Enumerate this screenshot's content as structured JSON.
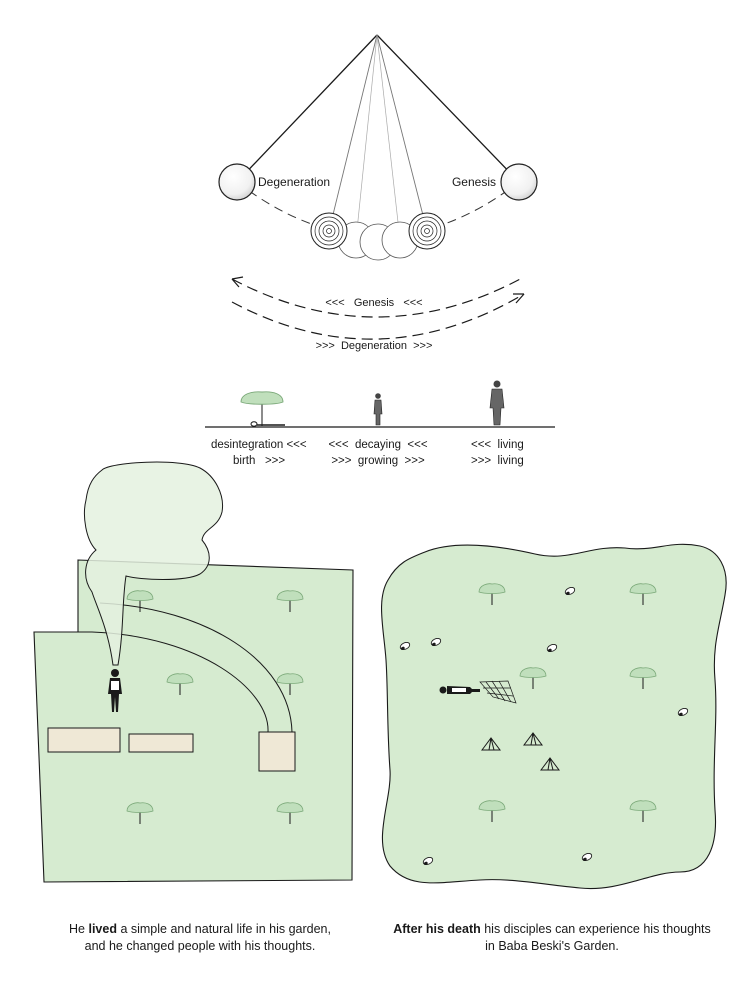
{
  "pendulum": {
    "left_label": "Degeneration",
    "right_label": "Genesis"
  },
  "arrows": {
    "upper_label": "<<<   Genesis   <<<",
    "lower_label": ">>>  Degeneration  >>>"
  },
  "timeline": {
    "col1": {
      "line1": "desintegration <<<",
      "line2": "birth   >>>"
    },
    "col2": {
      "line1": "<<<  decaying  <<<",
      "line2": ">>>  growing  >>>"
    },
    "col3": {
      "line1": "<<<  living",
      "line2": ">>>  living"
    }
  },
  "captions": {
    "left": {
      "bold": "lived",
      "pre": "He ",
      "post": " a simple and natural life in his garden,",
      "line2": "and he changed people with his thoughts."
    },
    "right": {
      "bold": "After his death",
      "pre": "",
      "post": " his disciples can experience his thoughts",
      "line2": "in Baba Beski's Garden."
    }
  },
  "colors": {
    "garden_green": "#d6ebd0",
    "tree_green": "#c0dfbc",
    "cloud_green": "#e4f1df",
    "building": "#efe8d6",
    "stroke": "#1a1a1a"
  }
}
